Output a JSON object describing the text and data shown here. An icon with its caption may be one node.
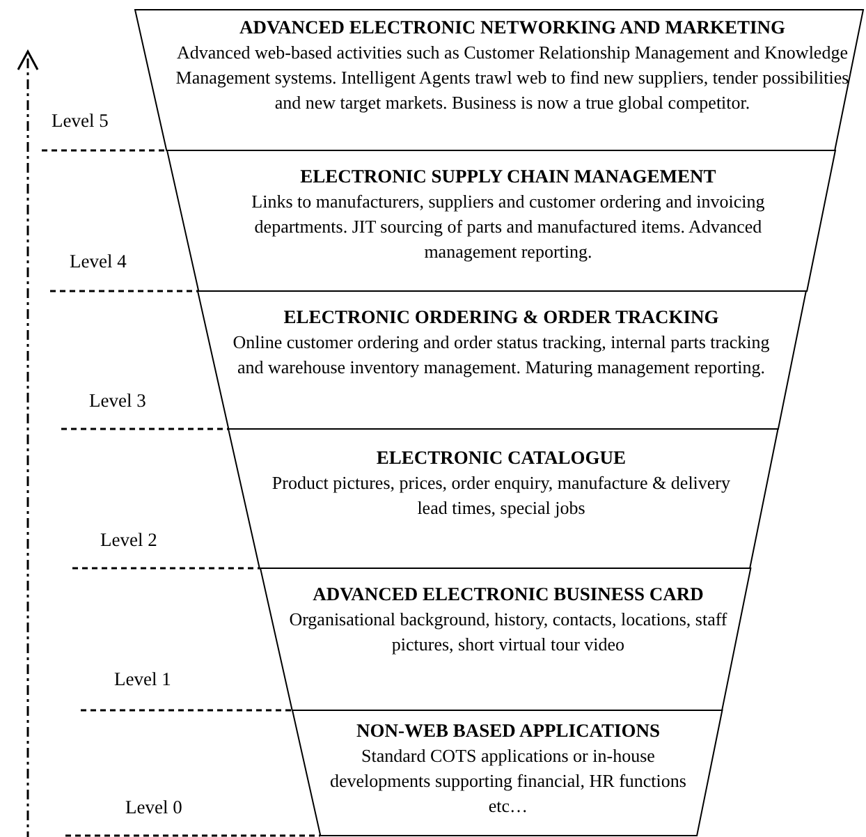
{
  "diagram": {
    "nodes": [
      {
        "text": [
          "ADVANCED ELECTRONIC NETWORKING AND MARKETING",
          "Advanced web-based activities such as Customer Relationship Management and Knowledge Management systems.   Intelligent Agents trawl web to find new suppliers, tender possibilities and new target markets. Business is now a true global competitor."
        ]
      },
      {
        "text": [
          "ELECTRONIC SUPPLY CHAIN MANAGEMENT",
          "Links to manufacturers, suppliers and customer ordering and invoicing departments.  JIT sourcing of parts and manufactured items. Advanced management reporting."
        ]
      },
      {
        "text": [
          "ELECTRONIC ORDERING & ORDER TRACKING",
          "Online customer ordering and order status tracking, internal parts tracking and warehouse inventory management. Maturing management reporting."
        ]
      },
      {
        "text": [
          "ELECTRONIC CATALOGUE",
          "Product pictures, prices, order enquiry, manufacture & delivery lead times, special jobs"
        ]
      },
      {
        "text": [
          "ADVANCED ELECTRONIC BUSINESS CARD",
          "Organisational background, history, contacts, locations, staff pictures, short virtual tour video"
        ]
      },
      {
        "text": [
          "NON-WEB BASED APPLICATIONS",
          "Standard COTS applications or in-house developments supporting financial, HR functions etc…"
        ]
      }
    ],
    "labels": [
      "Level 5",
      "Level 4",
      "Level 3",
      "Level 2",
      "Level 1",
      "Level 0"
    ]
  }
}
